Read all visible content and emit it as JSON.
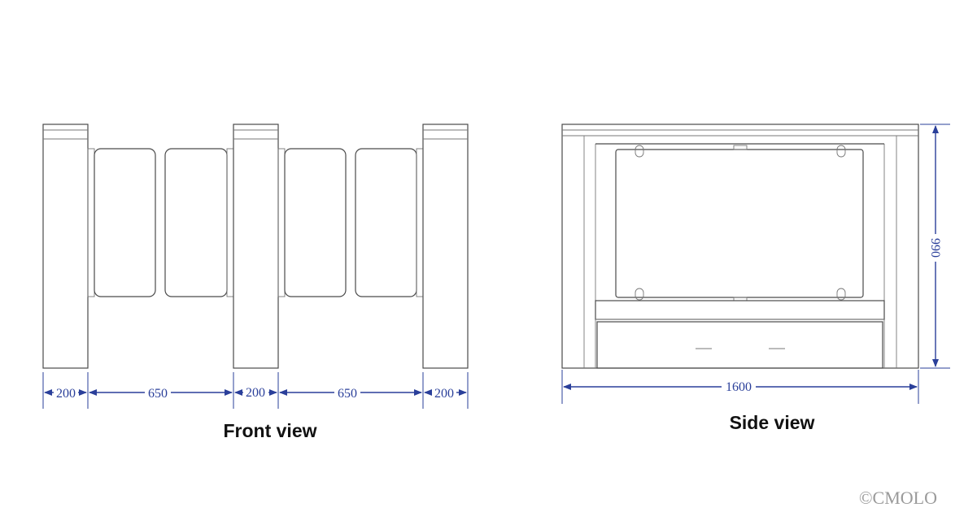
{
  "front_view": {
    "caption": "Front view",
    "dimensions": [
      "200",
      "650",
      "200",
      "650",
      "200"
    ]
  },
  "side_view": {
    "caption": "Side view",
    "width_label": "1600",
    "height_label": "990"
  },
  "watermark": "©CMOLO",
  "colors": {
    "dimension": "#2a3f9a",
    "outline": "#4a4a4a"
  }
}
